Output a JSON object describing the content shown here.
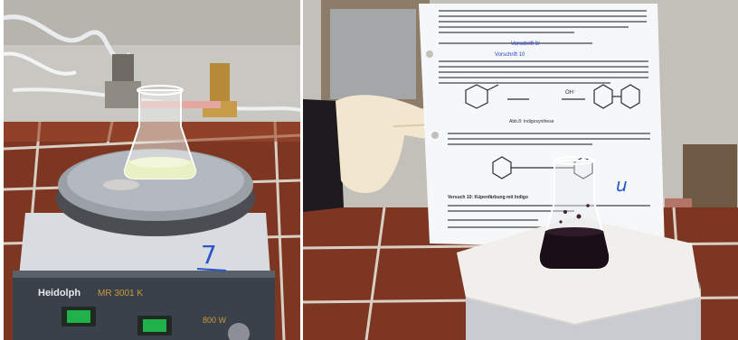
{
  "left_photo": {
    "hotplate_brand": "Heidolph",
    "hotplate_model": "MR 3001 K",
    "hotplate_power": "800 W",
    "handwritten_number": "7"
  },
  "right_photo": {
    "paper_heading_1": "Vorschrift 9/",
    "paper_heading_2": "Vorschrift 10",
    "paper_caption": "Abb.8: Indigosynthese",
    "paper_section": "Versuch 10: Küpenfärbung mit Indigo",
    "reagent_label": "OH⁻",
    "handwritten_mark": "u"
  },
  "colors": {
    "wall_tile": "#8a3b22",
    "grout": "#d9d0c4",
    "hotplate_top": "#9aa0a6",
    "hotplate_body": "#d8dbe0",
    "glove": "#f2e6cf",
    "sleeve": "#1e1b1e",
    "indigo_liquid": "#1a0f18"
  }
}
